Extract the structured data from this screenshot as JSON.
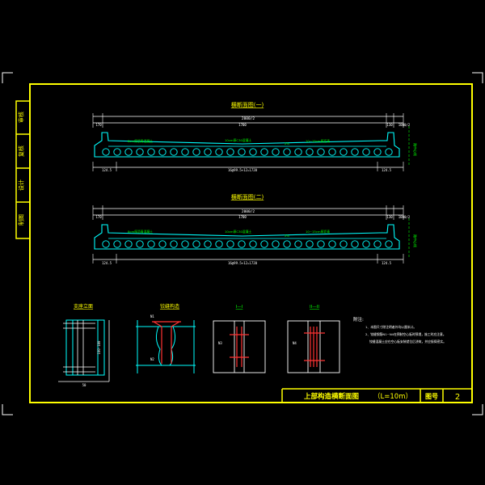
{
  "sheet": {
    "title": "上部构造横断面图",
    "span_label": "（L=10m）",
    "drawing_no_label": "图号",
    "drawing_no": "2"
  },
  "side_stamp": [
    "审核",
    "复核",
    "设计",
    "制图"
  ],
  "sections": [
    {
      "title": "横断面图(一)",
      "total_width": "2000/2",
      "left_dim": "170",
      "mid_dim": "1700",
      "right_dim": "130",
      "edge_dim": "1000/2",
      "bottom_left": "124.5",
      "bottom_mid": "16@99.5+12=1720",
      "bottom_right": "124.5",
      "label_left": "8cm厚沥青混凝土",
      "label_mid": "10cm厚C30混凝土",
      "label_right": "2%",
      "label_right2": "10~15cm厚沥青",
      "vertical_note": "路中心线"
    },
    {
      "title": "横断面图(二)",
      "total_width": "2000/2",
      "left_dim": "170",
      "mid_dim": "1700",
      "right_dim": "130",
      "edge_dim": "1000/2",
      "bottom_left": "124.5",
      "bottom_mid": "16@99.5+12=1720",
      "bottom_right": "124.5",
      "label_left": "8cm厚沥青混凝土",
      "label_mid": "10cm厚C30混凝土",
      "label_right": "2%",
      "label_right2": "10~15cm厚沥青",
      "vertical_note": "路中心线"
    }
  ],
  "details": {
    "d1_title": "支座立面",
    "d1_dim_v": "100-180",
    "d1_dim_h": "50",
    "d2_title": "铰缝构造",
    "d2_tag1": "N1",
    "d2_tag2": "N2",
    "d3_title": "I—I",
    "d3_tag": "N3",
    "d4_title": "II—II",
    "d4_tag": "N4"
  },
  "notes": {
    "heading": "附注:",
    "items": [
      "1、本图尺寸除注明者外均以厘米计。",
      "2、铰缝钢筋N1~N4在预制空心板时预埋，施工时应注意。",
      "铰缝混凝土应在空心板安装就位后浇筑，并应振捣密实。"
    ]
  },
  "colors": {
    "frame": "#ffff00",
    "section": "#00ffff",
    "dimension": "#ffffff",
    "rebar": "#ff3333",
    "annotation": "#00ff00",
    "text": "#ffff00",
    "background": "#000000"
  }
}
